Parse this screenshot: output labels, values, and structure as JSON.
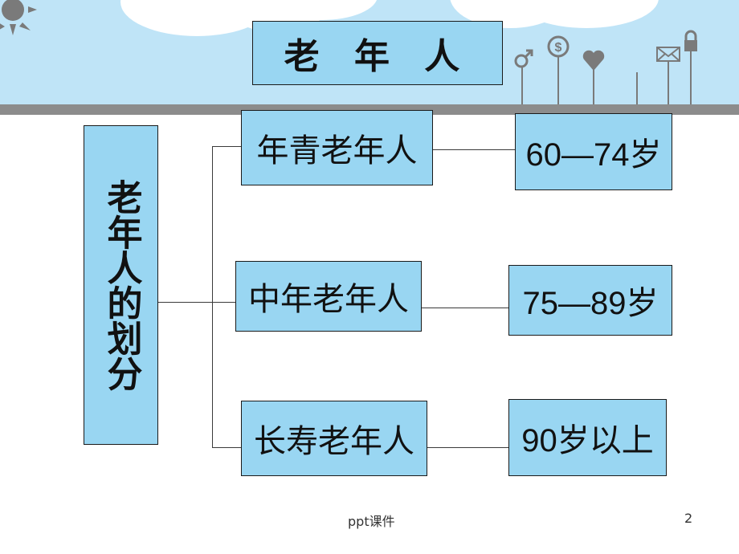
{
  "slide": {
    "title": "老 年 人",
    "vertical_label": "老年人的划分",
    "categories": [
      {
        "label": "年青老年人",
        "age": "60—74岁"
      },
      {
        "label": "中年老年人",
        "age": "75—89岁"
      },
      {
        "label": "长寿老年人",
        "age": "90岁以上"
      }
    ]
  },
  "footer": {
    "text": "ppt课件",
    "page": "2"
  },
  "colors": {
    "sky": "#bfe4f7",
    "box_fill": "#99d6f2",
    "ground": "#8c8c8c",
    "icon": "#7a7a7a"
  },
  "icons": [
    "sun-icon",
    "male-symbol-icon",
    "dollar-icon",
    "heart-icon",
    "envelope-icon",
    "lock-icon"
  ]
}
